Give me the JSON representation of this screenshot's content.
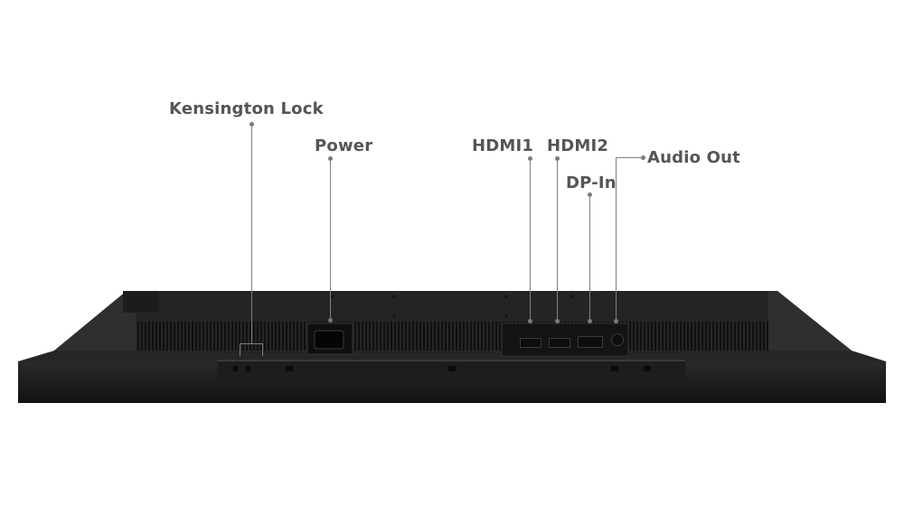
{
  "labels": {
    "kensington": "Kensington Lock",
    "power": "Power",
    "hdmi1": "HDMI1",
    "hdmi2": "HDMI2",
    "dp_in": "DP-In",
    "audio_out": "Audio Out"
  },
  "colors": {
    "background": "#ffffff",
    "label_text": "#555555",
    "leader_line": "#808080",
    "monitor_body": "#1a1a1a"
  }
}
